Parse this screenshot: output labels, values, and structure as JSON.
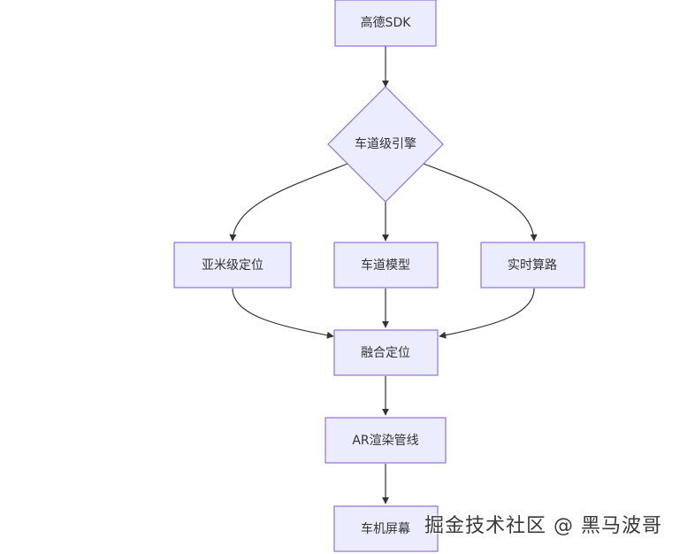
{
  "nodes": {
    "gaode_sdk": "高德SDK",
    "lane_engine": "车道级引擎",
    "submeter_positioning": "亚米级定位",
    "lane_model": "车道模型",
    "realtime_routing": "实时算路",
    "fusion_positioning": "融合定位",
    "ar_render_pipeline": "AR渲染管线",
    "head_unit_screen": "车机屏幕"
  },
  "watermark": "掘金技术社区 @ 黑马波哥"
}
